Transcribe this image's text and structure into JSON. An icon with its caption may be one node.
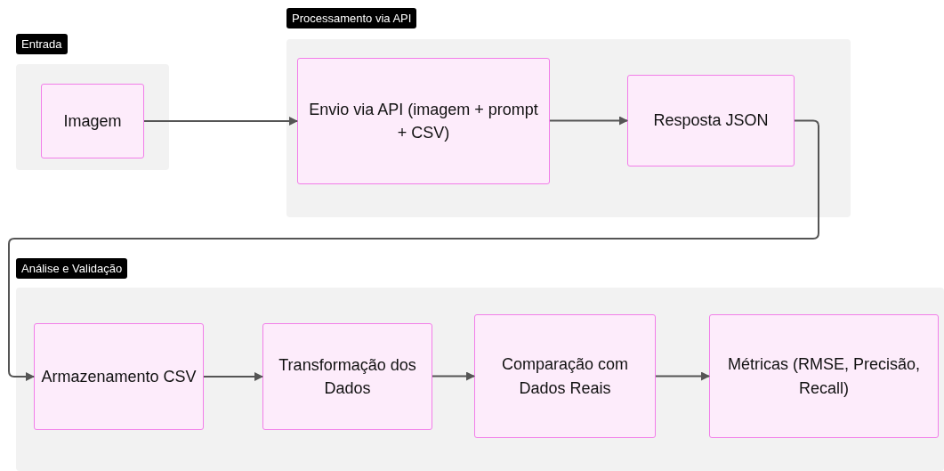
{
  "diagram": {
    "nodes": [
      {
        "text": [
          "Entrada"
        ]
      },
      {
        "text": [
          "Imagem"
        ],
        "in": 0
      },
      {
        "text": [
          "Processamento via API"
        ]
      },
      {
        "text": [
          "Envio via API (imagem + prompt + CSV)"
        ],
        "in": 2
      },
      {
        "text": [
          "Resposta JSON"
        ],
        "in": 2
      },
      {
        "text": [
          "Análise e Validação"
        ]
      },
      {
        "text": [
          "Armazenamento CSV"
        ],
        "in": 5
      },
      {
        "text": [
          "Transformação dos Dados"
        ],
        "in": 5
      },
      {
        "text": [
          "Comparação com Dados Reais"
        ],
        "in": 5
      },
      {
        "text": [
          "Métricas (RMSE, Precisão, Recall)"
        ],
        "in": 5
      }
    ],
    "edges": [
      {
        "from": 1,
        "to": 3,
        "arrow": "to"
      },
      {
        "from": 3,
        "to": 4,
        "arrow": "to"
      },
      {
        "from": 4,
        "to": 6,
        "arrow": "to"
      },
      {
        "from": 6,
        "to": 7,
        "arrow": "to"
      },
      {
        "from": 7,
        "to": 8,
        "arrow": "to"
      },
      {
        "from": 8,
        "to": 9,
        "arrow": "to"
      }
    ]
  }
}
